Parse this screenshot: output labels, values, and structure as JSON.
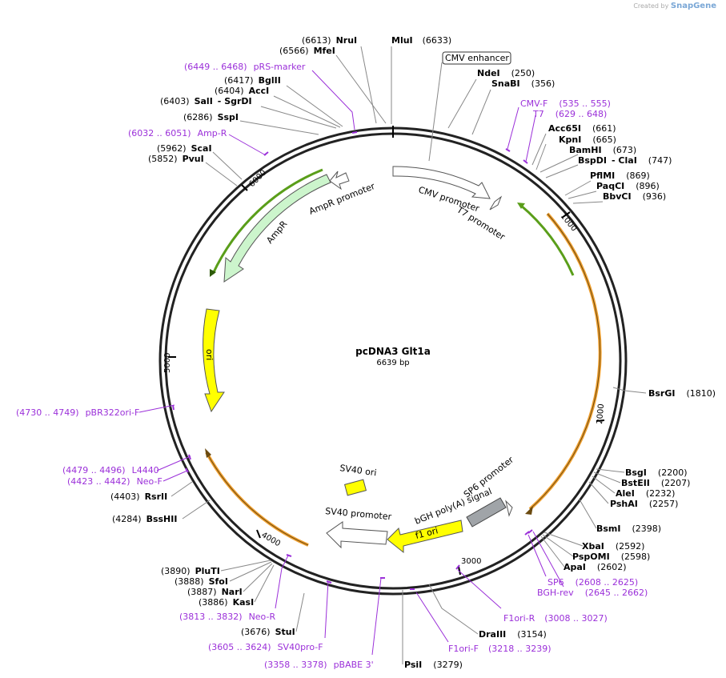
{
  "credit": {
    "created_by": "Created by",
    "brand": "SnapGene"
  },
  "plasmid": {
    "name": "pcDNA3 Glt1a",
    "size": "6639 bp"
  },
  "ticks": [
    "1000",
    "2000",
    "3000",
    "4000",
    "5000",
    "6000"
  ],
  "features": {
    "cmv_enhancer": "CMV enhancer",
    "cmv_promoter": "CMV promoter",
    "t7_promoter": "T7 promoter",
    "ampr_promoter": "AmpR promoter",
    "ampr": "AmpR",
    "ori": "ori",
    "sv40_ori": "SV40 ori",
    "sv40_promoter": "SV40 promoter",
    "f1_ori": "f1 ori",
    "bgh_polya": "bGH poly(A) signal",
    "sp6_promoter": "SP6 promoter"
  },
  "sites": [
    {
      "name": "MluI",
      "pos": "(6633)"
    },
    {
      "name": "NruI",
      "pos": "(6613)"
    },
    {
      "name": "MfeI",
      "pos": "(6566)"
    },
    {
      "name": "BglII",
      "pos": "(6417)"
    },
    {
      "name": "AccI",
      "pos": "(6404)"
    },
    {
      "name": "SalI",
      "name2": "- SgrDI",
      "pos": "(6403)"
    },
    {
      "name": "SspI",
      "pos": "(6286)"
    },
    {
      "name": "ScaI",
      "pos": "(5962)"
    },
    {
      "name": "PvuI",
      "pos": "(5852)"
    },
    {
      "name": "NdeI",
      "pos": "(250)"
    },
    {
      "name": "SnaBI",
      "pos": "(356)"
    },
    {
      "name": "Acc65I",
      "pos": "(661)"
    },
    {
      "name": "KpnI",
      "pos": "(665)"
    },
    {
      "name": "BamHI",
      "pos": "(673)"
    },
    {
      "name": "BspDI",
      "name2": "- ClaI",
      "pos": "(747)"
    },
    {
      "name": "PflMI",
      "pos": "(869)"
    },
    {
      "name": "PaqCI",
      "pos": "(896)"
    },
    {
      "name": "BbvCI",
      "pos": "(936)"
    },
    {
      "name": "BsrGI",
      "pos": "(1810)"
    },
    {
      "name": "BsgI",
      "pos": "(2200)"
    },
    {
      "name": "BstEII",
      "pos": "(2207)"
    },
    {
      "name": "AleI",
      "pos": "(2232)"
    },
    {
      "name": "PshAI",
      "pos": "(2257)"
    },
    {
      "name": "BsmI",
      "pos": "(2398)"
    },
    {
      "name": "XbaI",
      "pos": "(2592)"
    },
    {
      "name": "PspOMI",
      "pos": "(2598)"
    },
    {
      "name": "ApaI",
      "pos": "(2602)"
    },
    {
      "name": "DraIII",
      "pos": "(3154)"
    },
    {
      "name": "PsiI",
      "pos": "(3279)"
    },
    {
      "name": "StuI",
      "pos": "(3676)"
    },
    {
      "name": "PluTI",
      "pos": "(3890)"
    },
    {
      "name": "SfoI",
      "pos": "(3888)"
    },
    {
      "name": "NarI",
      "pos": "(3887)"
    },
    {
      "name": "KasI",
      "pos": "(3886)"
    },
    {
      "name": "BssHII",
      "pos": "(4284)"
    },
    {
      "name": "RsrII",
      "pos": "(4403)"
    }
  ],
  "primers": [
    {
      "name": "pRS-marker",
      "range": "(6449 .. 6468)"
    },
    {
      "name": "Amp-R",
      "range": "(6032 .. 6051)"
    },
    {
      "name": "CMV-F",
      "range": "(535 .. 555)"
    },
    {
      "name": "T7",
      "range": "(629 .. 648)"
    },
    {
      "name": "pBR322ori-F",
      "range": "(4730 .. 4749)"
    },
    {
      "name": "L4440",
      "range": "(4479 .. 4496)"
    },
    {
      "name": "Neo-F",
      "range": "(4423 .. 4442)"
    },
    {
      "name": "Neo-R",
      "range": "(3813 .. 3832)"
    },
    {
      "name": "SV40pro-F",
      "range": "(3605 .. 3624)"
    },
    {
      "name": "pBABE 3'",
      "range": "(3358 .. 3378)"
    },
    {
      "name": "F1ori-F",
      "range": "(3218 .. 3239)"
    },
    {
      "name": "F1ori-R",
      "range": "(3008 .. 3027)"
    },
    {
      "name": "SP6",
      "range": "(2608 .. 2625)"
    },
    {
      "name": "BGH-rev",
      "range": "(2645 .. 2662)"
    }
  ],
  "colors": {
    "primer": "#9b30d9",
    "ampr_fill": "#ccf5cc",
    "ori_fill": "#ffff00",
    "orange_orf": "#f0a030",
    "green_orf": "#5a9e1a",
    "bgh_fill": "#a0a4a8"
  }
}
